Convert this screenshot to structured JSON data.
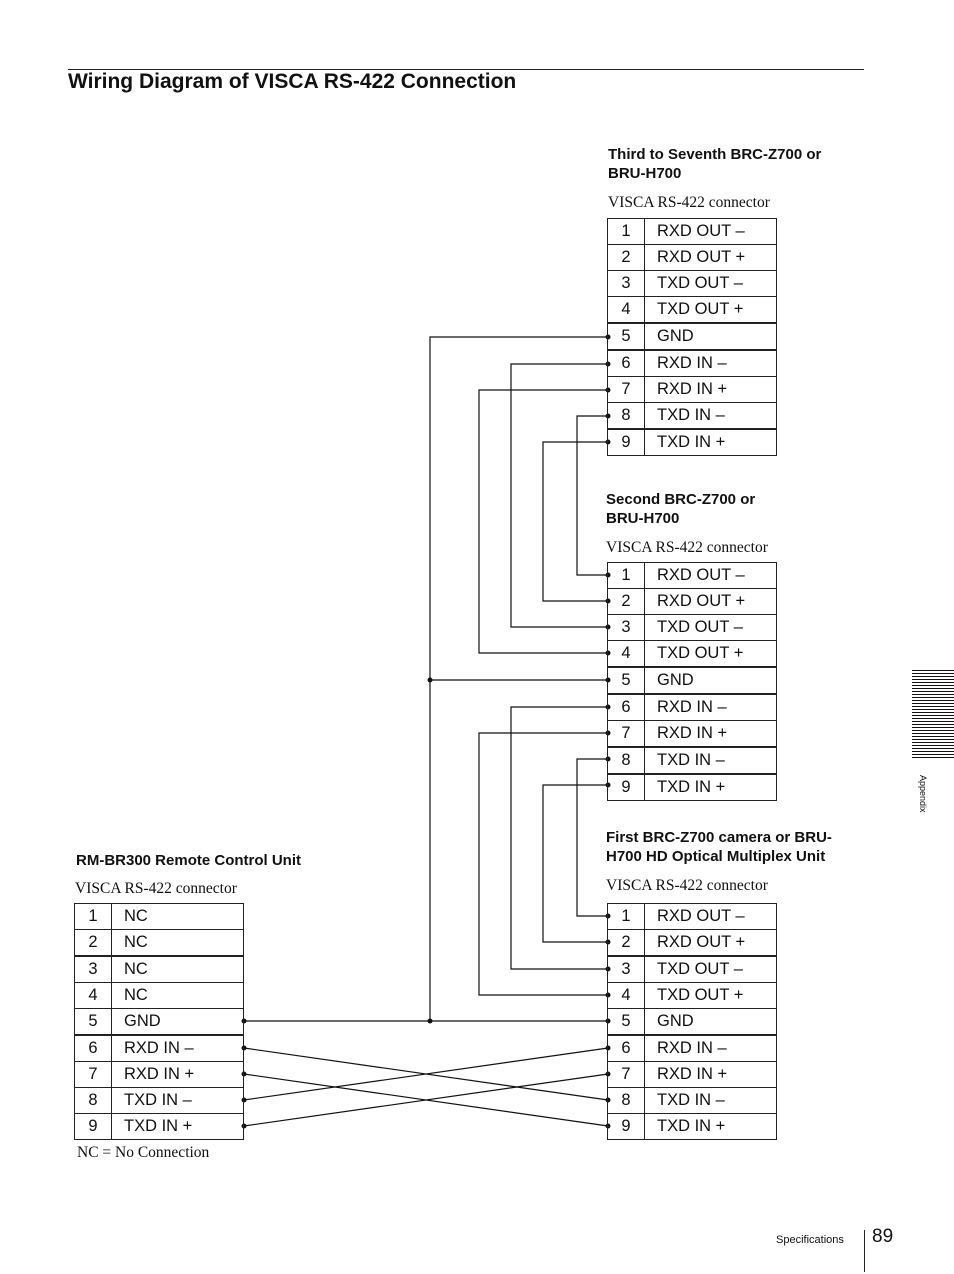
{
  "page": {
    "title": "Wiring Diagram of VISCA RS-422 Connection",
    "footer_section": "Specifications",
    "page_number": "89",
    "side_label": "Appendix"
  },
  "connector_label": "VISCA RS-422 connector",
  "third_unit": {
    "title_line1": "Third to Seventh BRC-Z700 or",
    "title_line2": "BRU-H700",
    "pins": [
      {
        "pin": "1",
        "signal": "RXD OUT –"
      },
      {
        "pin": "2",
        "signal": "RXD OUT +"
      },
      {
        "pin": "3",
        "signal": "TXD OUT –"
      },
      {
        "pin": "4",
        "signal": "TXD OUT +"
      },
      {
        "pin": "5",
        "signal": "GND"
      },
      {
        "pin": "6",
        "signal": "RXD IN –"
      },
      {
        "pin": "7",
        "signal": "RXD IN +"
      },
      {
        "pin": "8",
        "signal": "TXD IN –"
      },
      {
        "pin": "9",
        "signal": "TXD IN +"
      }
    ]
  },
  "second_unit": {
    "title_line1": "Second BRC-Z700 or",
    "title_line2": "BRU-H700",
    "pins": [
      {
        "pin": "1",
        "signal": "RXD OUT –"
      },
      {
        "pin": "2",
        "signal": "RXD OUT +"
      },
      {
        "pin": "3",
        "signal": "TXD OUT –"
      },
      {
        "pin": "4",
        "signal": "TXD OUT +"
      },
      {
        "pin": "5",
        "signal": "GND"
      },
      {
        "pin": "6",
        "signal": "RXD IN –"
      },
      {
        "pin": "7",
        "signal": "RXD IN +"
      },
      {
        "pin": "8",
        "signal": "TXD IN –"
      },
      {
        "pin": "9",
        "signal": "TXD IN +"
      }
    ]
  },
  "first_unit": {
    "title_line1": "First BRC-Z700 camera or BRU-",
    "title_line2": "H700 HD Optical Multiplex Unit",
    "pins": [
      {
        "pin": "1",
        "signal": "RXD OUT –"
      },
      {
        "pin": "2",
        "signal": "RXD OUT +"
      },
      {
        "pin": "3",
        "signal": "TXD OUT –"
      },
      {
        "pin": "4",
        "signal": "TXD OUT +"
      },
      {
        "pin": "5",
        "signal": "GND"
      },
      {
        "pin": "6",
        "signal": "RXD IN –"
      },
      {
        "pin": "7",
        "signal": "RXD IN +"
      },
      {
        "pin": "8",
        "signal": "TXD IN –"
      },
      {
        "pin": "9",
        "signal": "TXD IN +"
      }
    ]
  },
  "remote_unit": {
    "title": "RM-BR300 Remote Control Unit",
    "pins": [
      {
        "pin": "1",
        "signal": "NC"
      },
      {
        "pin": "2",
        "signal": "NC"
      },
      {
        "pin": "3",
        "signal": "NC"
      },
      {
        "pin": "4",
        "signal": "NC"
      },
      {
        "pin": "5",
        "signal": "GND"
      },
      {
        "pin": "6",
        "signal": "RXD IN –"
      },
      {
        "pin": "7",
        "signal": "RXD IN +"
      },
      {
        "pin": "8",
        "signal": "TXD IN –"
      },
      {
        "pin": "9",
        "signal": "TXD IN +"
      }
    ],
    "note": "NC = No Connection"
  }
}
